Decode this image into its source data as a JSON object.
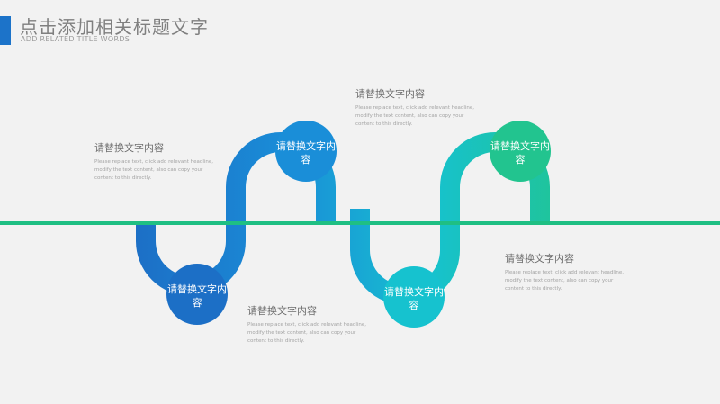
{
  "header": {
    "title": "点击添加相关标题文字",
    "subtitle": "ADD RELATED TITLE WORDS",
    "accent_color": "#1c73c9"
  },
  "colors": {
    "horizontal_line": "#1fbf83",
    "node_1": "#1c6fc6",
    "node_2": "#1a8ed8",
    "node_3": "#16c2cf",
    "node_4": "#22c48f"
  },
  "nodes": [
    {
      "label": "请替换文字内容"
    },
    {
      "label": "请替换文字内容"
    },
    {
      "label": "请替换文字内容"
    },
    {
      "label": "请替换文字内容"
    }
  ],
  "text_blocks": [
    {
      "heading": "请替换文字内容",
      "body": "Please replace text, click add relevant headline, modify the text content, also can copy your content to this directly."
    },
    {
      "heading": "请替换文字内容",
      "body": "Please replace text, click add relevant headline, modify the text content, also can copy your content to this directly."
    },
    {
      "heading": "请替换文字内容",
      "body": "Please replace text, click add relevant headline, modify the text content, also can copy your content to this directly."
    },
    {
      "heading": "请替换文字内容",
      "body": "Please replace text, click add relevant headline, modify the text content, also can copy your content to this directly."
    }
  ]
}
